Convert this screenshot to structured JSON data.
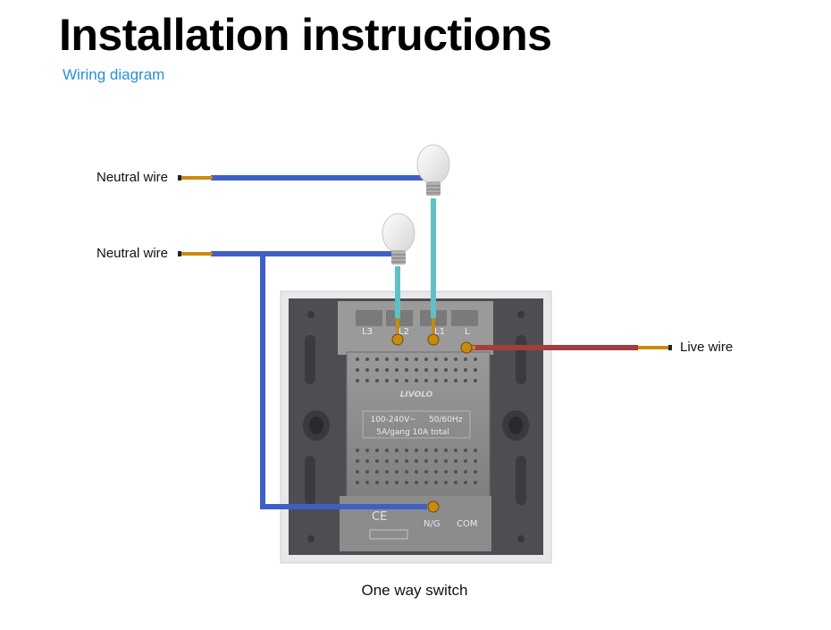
{
  "header": {
    "title": "Installation instructions",
    "subtitle": "Wiring diagram"
  },
  "labels": {
    "neutral_top": "Neutral wire",
    "neutral_bottom": "Neutral wire",
    "live": "Live wire"
  },
  "caption": "One way switch",
  "switch": {
    "brand": "LIVOLO",
    "rating_line1": "100-240V~     50/60Hz",
    "rating_line2": "5A/gang  10A total",
    "terminals": {
      "l3": "L3",
      "l2": "L2",
      "l1": "L1",
      "l": "L",
      "ng": "N/G",
      "com": "COM"
    },
    "ce_mark": "CE"
  },
  "colors": {
    "neutral_wire": "#3f5fc6",
    "load_wire": "#5ec2c4",
    "live_wire": "#a23e3e",
    "copper": "#c98a10",
    "switch_body": "#8e8e8e",
    "frame": "#4e4e52",
    "subtitle": "#2a8fd8"
  },
  "icons": [
    "bulb-icon",
    "bulb-icon",
    "terminal-screw-icon"
  ]
}
